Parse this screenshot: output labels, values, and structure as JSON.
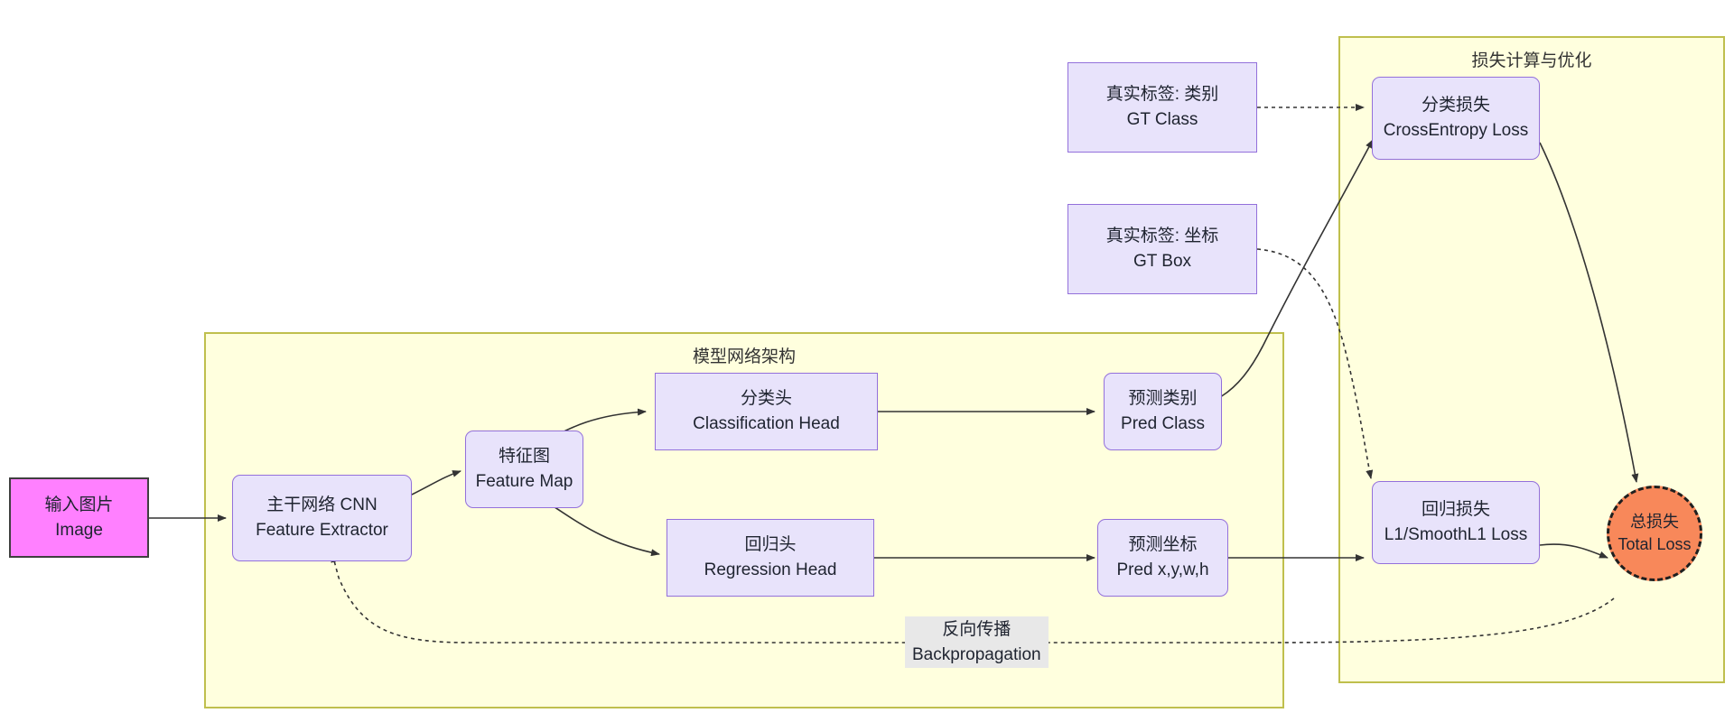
{
  "diagram": {
    "title_visible": false,
    "palette": {
      "node_fill": "#e8e3fb",
      "node_border": "#9370db",
      "subgraph_fill": "#ffffde",
      "subgraph_border": "#bfbf4d",
      "input_fill": "#ff80ff",
      "input_border": "#3f3f3f",
      "total_fill": "#f8885a",
      "total_border": "#1f1f1f",
      "edge_color": "#333333",
      "label_bg": "#e8e8e8"
    }
  },
  "subgraphs": {
    "model": {
      "title": "模型网络架构"
    },
    "loss": {
      "title": "损失计算与优化"
    }
  },
  "nodes": {
    "input_image": {
      "zh": "输入图片",
      "en": "Image"
    },
    "backbone": {
      "zh": "主干网络 CNN",
      "en": "Feature Extractor"
    },
    "feature_map": {
      "zh": "特征图",
      "en": "Feature Map"
    },
    "cls_head": {
      "zh": "分类头",
      "en": "Classification Head"
    },
    "reg_head": {
      "zh": "回归头",
      "en": "Regression Head"
    },
    "pred_class": {
      "zh": "预测类别",
      "en": "Pred Class"
    },
    "pred_box": {
      "zh": "预测坐标",
      "en": "Pred x,y,w,h"
    },
    "gt_class": {
      "zh": "真实标签: 类别",
      "en": "GT Class"
    },
    "gt_box": {
      "zh": "真实标签: 坐标",
      "en": "GT Box"
    },
    "cls_loss": {
      "zh": "分类损失",
      "en": "CrossEntropy Loss"
    },
    "reg_loss": {
      "zh": "回归损失",
      "en": "L1/SmoothL1 Loss"
    },
    "total_loss": {
      "zh": "总损失",
      "en": "Total Loss"
    }
  },
  "edge_labels": {
    "backprop": {
      "zh": "反向传播",
      "en": "Backpropagation"
    }
  }
}
